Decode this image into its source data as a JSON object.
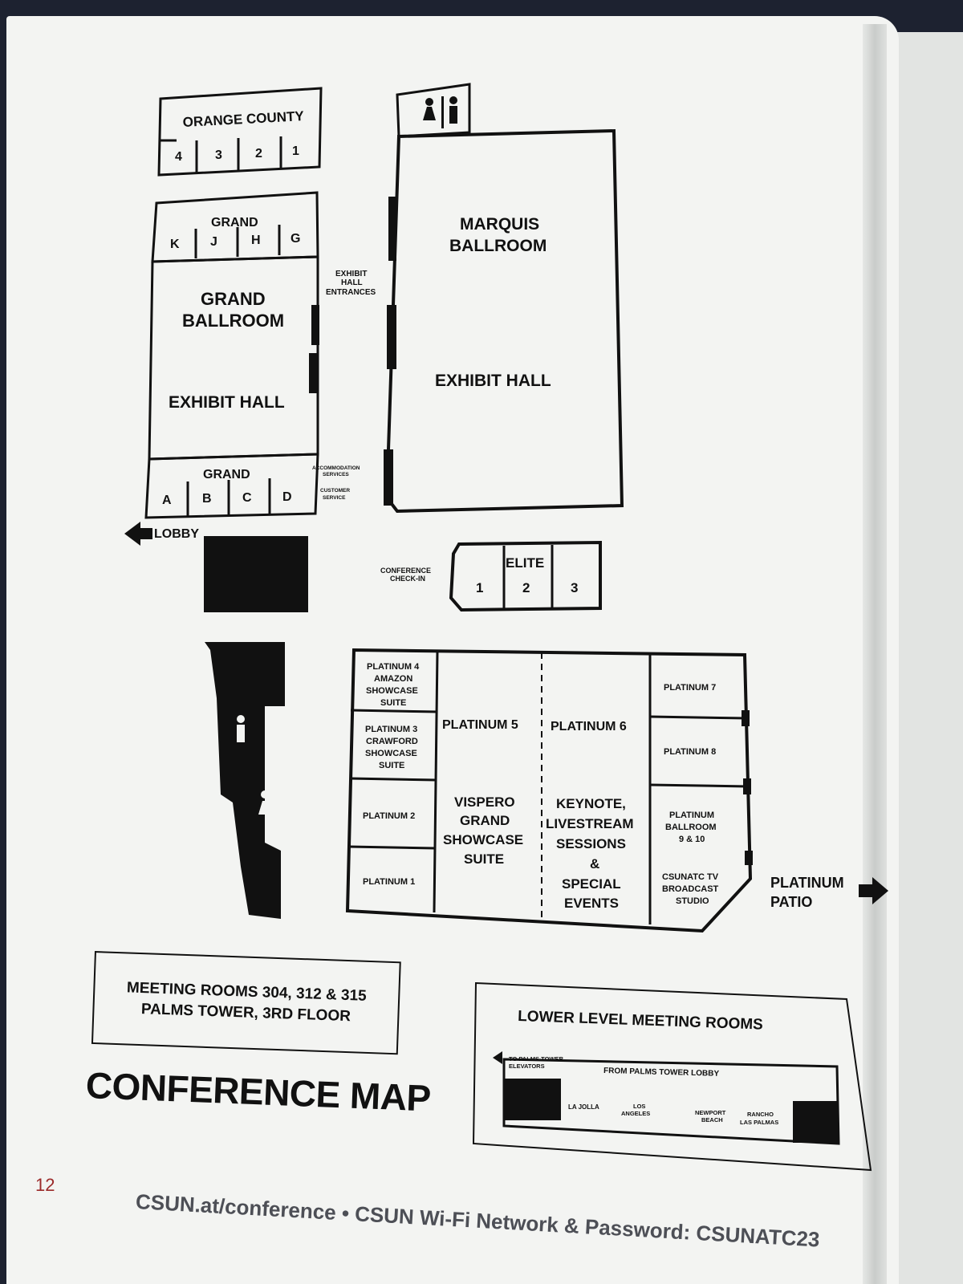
{
  "map": {
    "orange_county": {
      "title": "ORANGE COUNTY",
      "rooms": [
        "4",
        "3",
        "2",
        "1"
      ]
    },
    "grand_upper": {
      "title": "GRAND",
      "rooms": [
        "K",
        "J",
        "H",
        "G"
      ]
    },
    "grand_ballroom": {
      "title_line1": "GRAND",
      "title_line2": "BALLROOM",
      "exhibit": "EXHIBIT HALL"
    },
    "grand_lower": {
      "title": "GRAND",
      "rooms": [
        "A",
        "B",
        "C",
        "D"
      ]
    },
    "lobby": "LOBBY",
    "exhibit_entrances": [
      "EXHIBIT",
      "HALL",
      "ENTRANCES"
    ],
    "accommodation": [
      "ACCOMMODATION",
      "SERVICES"
    ],
    "customer_service": [
      "CUSTOMER",
      "SERVICE"
    ],
    "marquis": {
      "line1": "MARQUIS",
      "line2": "BALLROOM",
      "exhibit": "EXHIBIT HALL"
    },
    "conference_checkin": [
      "CONFERENCE",
      "CHECK-IN"
    ],
    "elite": {
      "title": "ELITE",
      "rooms": [
        "1",
        "2",
        "3"
      ]
    },
    "platinum": {
      "p4": [
        "PLATINUM 4",
        "AMAZON",
        "SHOWCASE",
        "SUITE"
      ],
      "p3": [
        "PLATINUM 3",
        "CRAWFORD",
        "SHOWCASE",
        "SUITE"
      ],
      "p2": "PLATINUM 2",
      "p1": "PLATINUM 1",
      "p5": "PLATINUM 5",
      "p6": "PLATINUM 6",
      "vispero": [
        "VISPERO",
        "GRAND",
        "SHOWCASE",
        "SUITE"
      ],
      "keynote": [
        "KEYNOTE,",
        "LIVESTREAM",
        "SESSIONS",
        "&",
        "SPECIAL",
        "EVENTS"
      ],
      "p7": "PLATINUM 7",
      "p8": "PLATINUM 8",
      "ballroom": [
        "PLATINUM",
        "BALLROOM",
        "9 & 10"
      ],
      "csunatc": [
        "CSUNATC TV",
        "BROADCAST",
        "STUDIO"
      ]
    },
    "platinum_patio": [
      "PLATINUM",
      "PATIO"
    ]
  },
  "meeting_rooms": {
    "line1": "MEETING ROOMS 304, 312 & 315",
    "line2": "PALMS TOWER, 3RD FLOOR"
  },
  "lower_level": {
    "title": "LOWER LEVEL MEETING ROOMS",
    "to_elevators": [
      "TO PALMS TOWER",
      "ELEVATORS"
    ],
    "from_lobby": "FROM PALMS TOWER LOBBY",
    "rooms": {
      "la_jolla": "LA JOLLA",
      "los_angeles": [
        "LOS",
        "ANGELES"
      ],
      "newport": [
        "NEWPORT",
        "BEACH"
      ],
      "rancho": [
        "RANCHO",
        "LAS PALMAS"
      ]
    }
  },
  "title": "CONFERENCE MAP",
  "page_number": "12",
  "footer": "CSUN.at/conference • CSUN Wi-Fi Network & Password: CSUNATC23"
}
